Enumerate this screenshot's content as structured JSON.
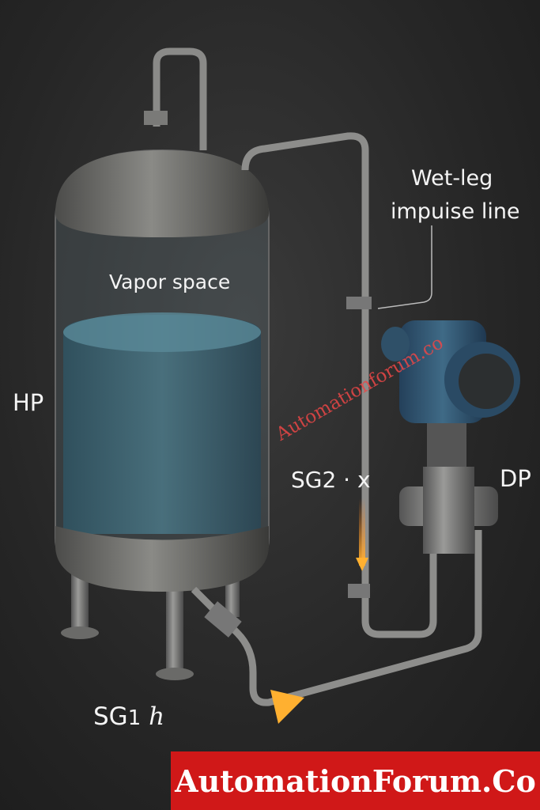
{
  "labels": {
    "wet_leg_line1": "Wet-leg",
    "wet_leg_line2": "impuise line",
    "vapor_space": "Vapor space",
    "hp": "HP",
    "sg2": "SG2 · x",
    "dp": "DP",
    "sg1_prefix": "SG",
    "sg1_sub": "1",
    "sg1_var": "h"
  },
  "watermark": "Automationforum.co",
  "banner": {
    "text": "AutomationForum.Co",
    "color": "#d01818"
  },
  "colors": {
    "liquid": "#3e6675",
    "transmitter": "#2f5068",
    "flow_arrow": "#ffb030"
  }
}
